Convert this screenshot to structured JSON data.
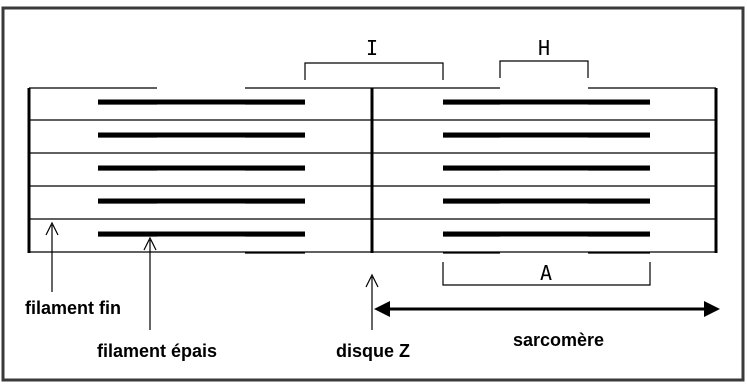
{
  "labels": {
    "I": "I",
    "H": "H",
    "A": "A",
    "thin_filament": "filament fin",
    "thick_filament": "filament épais",
    "z_disk": "disque Z",
    "sarcomere": "sarcomère"
  },
  "colors": {
    "stroke": "#000000",
    "background": "#ffffff",
    "frame": "#3a3a3a"
  }
}
